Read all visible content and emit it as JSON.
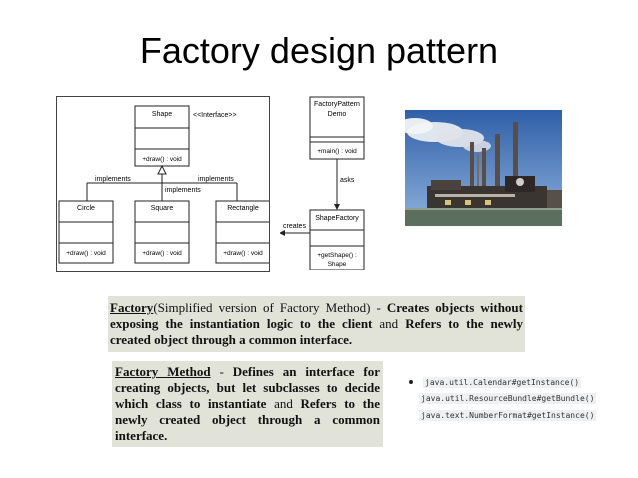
{
  "slide": {
    "title": "Factory design pattern"
  },
  "diagram": {
    "shape": {
      "name": "Shape",
      "stereotype": "<<Interface>>",
      "method": "+draw() : void"
    },
    "circle": {
      "name": "Circle",
      "method": "+draw() : void"
    },
    "square": {
      "name": "Square",
      "method": "+draw() : void"
    },
    "rectangle": {
      "name": "Rectangle",
      "method": "+draw() : void"
    },
    "implements_left": "implements",
    "implements_mid": "implements",
    "implements_right": "implements",
    "demo": {
      "name_line1": "FactoryPattern",
      "name_line2": "Demo",
      "method": "+main() : void"
    },
    "asks": "asks",
    "creates": "creates",
    "factory": {
      "name": "ShapeFactory",
      "method_line1": "+getShape() :",
      "method_line2": "Shape"
    }
  },
  "photo": {
    "description_icon": "factory-photo"
  },
  "text_box_1": {
    "term": "Factory",
    "paren": "(Simplified version of Factory Method) - ",
    "bold1": "Creates objects without exposing the instantiation logic to the client",
    "and": " and ",
    "bold2": "Refers to the newly created object through a common interface."
  },
  "text_box_2": {
    "term": "Factory Method",
    "dash": " - ",
    "bold1": "Defines an interface for creating objects, but let subclasses to decide which class to instantiate",
    "and": " and ",
    "bold2": "Refers to the newly created object through a common interface."
  },
  "examples": [
    "java.util.Calendar#getInstance()",
    "java.util.ResourceBundle#getBundle()",
    "java.text.NumberFormat#getInstance()"
  ]
}
